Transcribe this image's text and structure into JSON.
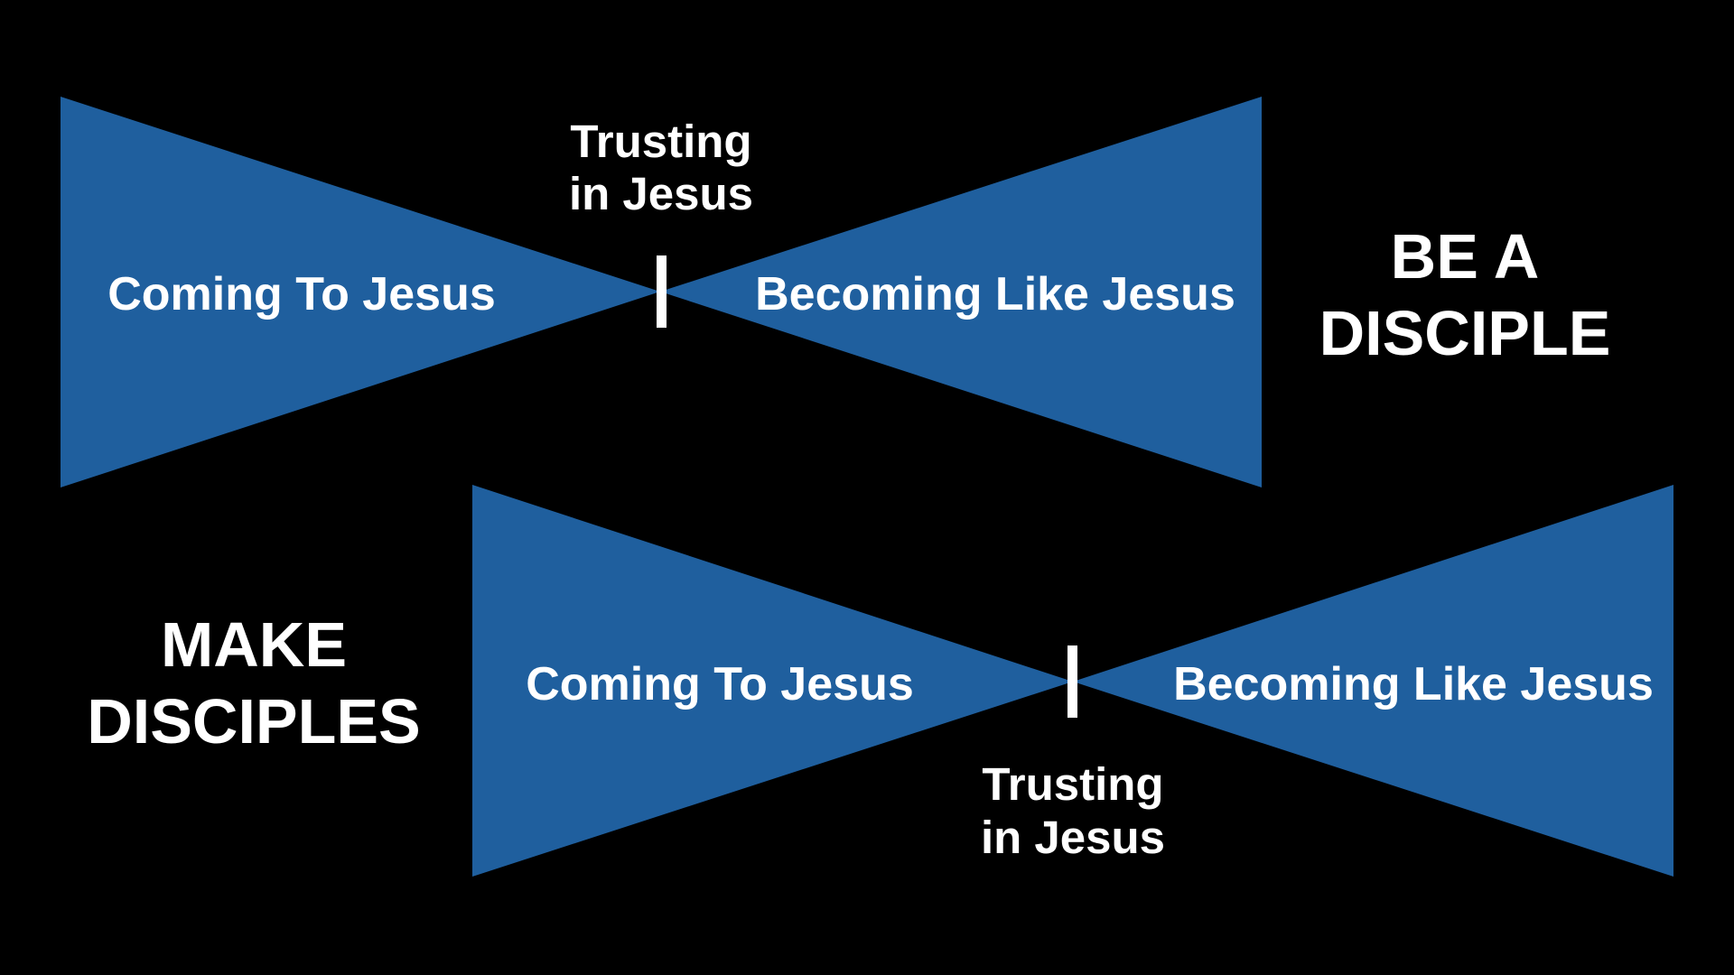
{
  "colors": {
    "background": "#000000",
    "shape_fill": "#1f5f9e",
    "text": "#ffffff"
  },
  "top_diagram": {
    "left_label": "Coming To Jesus",
    "right_label": "Becoming Like Jesus",
    "pivot_label_line1": "Trusting",
    "pivot_label_line2": "in Jesus"
  },
  "be_a_disciple": {
    "line1": "BE A",
    "line2": "DISCIPLE"
  },
  "bottom_diagram": {
    "left_label": "Coming To Jesus",
    "right_label": "Becoming Like Jesus",
    "pivot_label_line1": "Trusting",
    "pivot_label_line2": "in Jesus"
  },
  "make_disciples": {
    "line1": "MAKE",
    "line2": "DISCIPLES"
  }
}
